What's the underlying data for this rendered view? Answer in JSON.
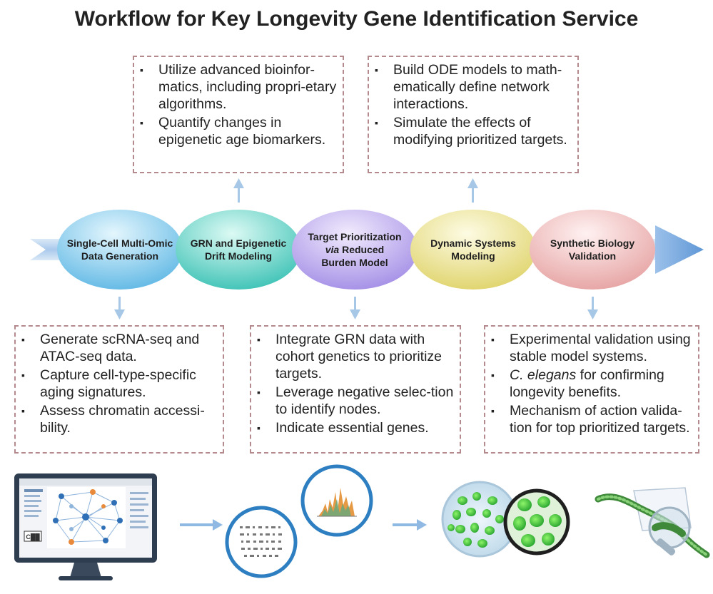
{
  "title": "Workflow for Key Longevity Gene Identification Service",
  "stages": [
    {
      "lines": [
        "Single-Cell Multi-Omic",
        "Data Generation"
      ],
      "color_top": "#cfeefa",
      "color_bottom": "#5fb9e6"
    },
    {
      "lines": [
        "GRN and Epigenetic",
        "Drift Modeling"
      ],
      "color_top": "#c8f5ee",
      "color_bottom": "#38c2b4"
    },
    {
      "lines_html": [
        [
          "Target Prioritization"
        ],
        [
          "via",
          " Reduced"
        ],
        [
          "Burden Model"
        ]
      ],
      "color_top": "#e6dcfb",
      "color_bottom": "#a78fe6"
    },
    {
      "lines": [
        "Dynamic Systems",
        "Modeling"
      ],
      "color_top": "#fbf7cf",
      "color_bottom": "#e1d46c"
    },
    {
      "lines": [
        "Synthetic Biology",
        "Validation"
      ],
      "color_top": "#fde6e6",
      "color_bottom": "#e8a6a6"
    }
  ],
  "top_boxes": [
    {
      "items": [
        "Utilize advanced bioinfor-matics, including propri-etary algorithms.",
        "Quantify changes in epigenetic age biomarkers."
      ]
    },
    {
      "items": [
        "Build ODE models to math-ematically define network interactions.",
        "Simulate the effects of modifying prioritized targets."
      ]
    }
  ],
  "bottom_boxes": [
    {
      "items": [
        "Generate scRNA-seq and ATAC-seq data.",
        "Capture cell-type-specific aging signatures.",
        "Assess chromatin accessi-bility."
      ]
    },
    {
      "items": [
        "Integrate GRN data with cohort genetics to prioritize targets.",
        "Leverage negative selec-tion to identify nodes.",
        "Indicate essential genes."
      ]
    },
    {
      "items_rich": [
        [
          "Experimental validation using stable model systems."
        ],
        [
          "C. elegans",
          " for confirming longevity benefits."
        ],
        [
          "Mechanism of action valida-tion for top prioritized targets."
        ]
      ]
    }
  ],
  "monitor_badge": "C██",
  "colors": {
    "arrow": "#8fb8e3",
    "dash": "#b48a8e",
    "ring": "#2d7fc1"
  }
}
